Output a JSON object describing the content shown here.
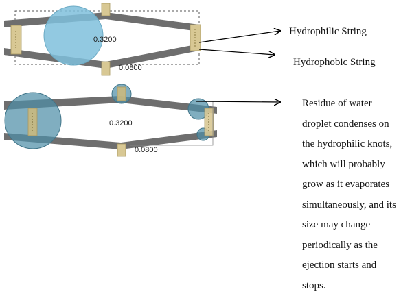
{
  "colors": {
    "string": "#6e6e6e",
    "knot": "#d8c894",
    "droplet": "#7fbfdc",
    "droplet_edge": "#4a7f96",
    "arrow": "#000000",
    "dashed_frame": "#555555"
  },
  "top_panel": {
    "width_label": "0.3200",
    "gap_label": "0.0800"
  },
  "bottom_panel": {
    "width_label": "0.3200",
    "gap_label": "0.0800"
  },
  "annotations": {
    "hydrophilic": "Hydrophilic String",
    "hydrophobic": "Hydrophobic String"
  },
  "description": {
    "lines": [
      "Residue of water",
      "droplet condenses on",
      "the hydrophilic knots,",
      "which will probably",
      "grow as it evaporates",
      "simultaneously, and its",
      "size may change",
      "periodically as the",
      "ejection starts and",
      "stops."
    ]
  }
}
